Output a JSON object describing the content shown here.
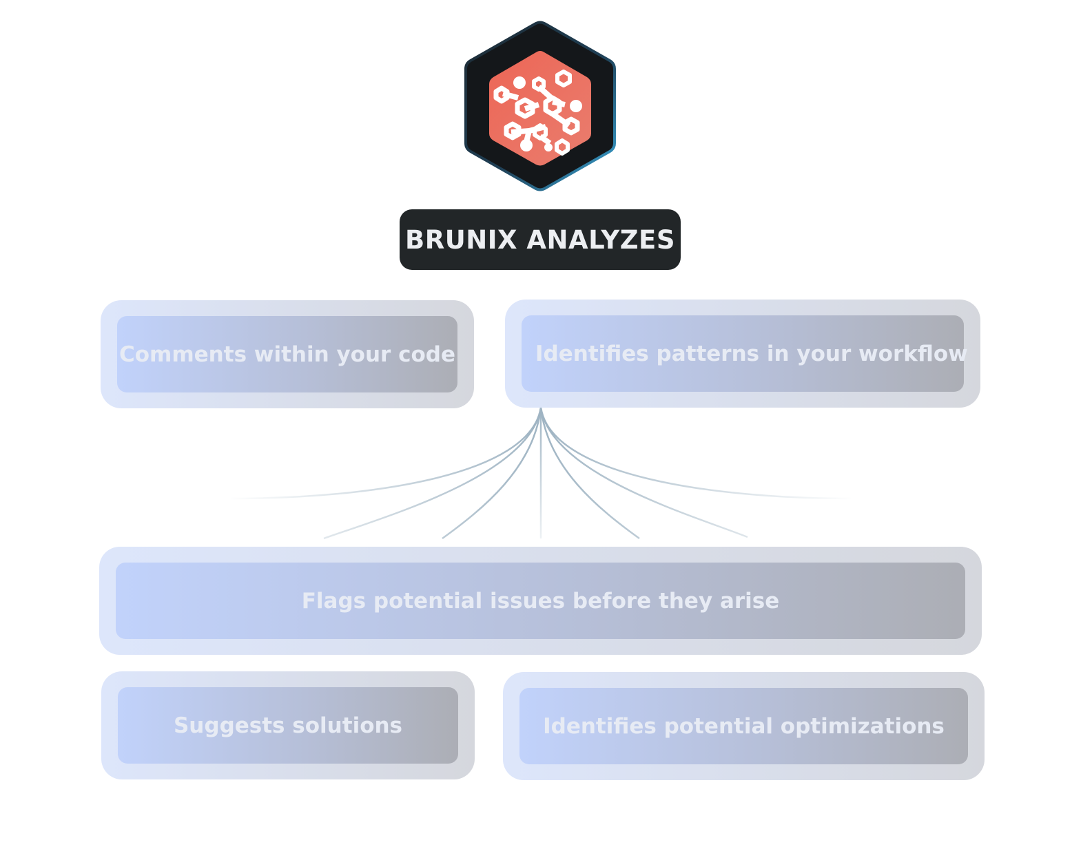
{
  "logo": {
    "icon": "brunix-hexagon-logo-icon",
    "colors": {
      "outer": "#15181a",
      "outer_edge": "#3aa7d8",
      "inner": "#e8675b"
    }
  },
  "title": "BRUNIX ANALYZES",
  "cards": [
    {
      "id": "comments",
      "label": "Comments within your code"
    },
    {
      "id": "patterns",
      "label": "Identifies patterns in your workflow"
    },
    {
      "id": "flags",
      "label": "Flags potential issues before they arise"
    },
    {
      "id": "solutions",
      "label": "Suggests solutions"
    },
    {
      "id": "optimizations",
      "label": "Identifies potential optimizations"
    }
  ],
  "colors": {
    "title_bg": "#222628",
    "card_outer_start": "#dde6fb",
    "card_outer_end": "#d5d7dd",
    "card_inner_start": "#c1d2fb",
    "card_inner_end": "#acaeb5",
    "connector": "#9fb4c3"
  }
}
